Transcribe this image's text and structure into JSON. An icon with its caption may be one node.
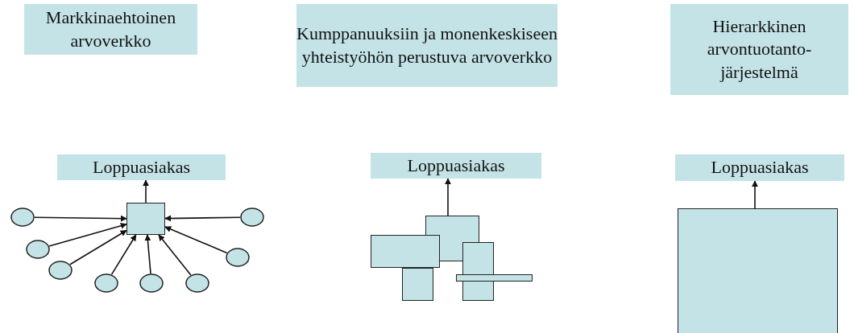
{
  "diagram": {
    "nodes": [
      {
        "text": [
          "Markkinaehtoinen arvoverkko"
        ]
      },
      {
        "text": [
          "Kumppanuuksiin ja monenkeskiseen yhteistyöhön perustuva arvoverkko"
        ]
      },
      {
        "text": [
          "Hierarkkinen arvontuotanto-järjestelmä"
        ]
      },
      {
        "text": [
          "Loppuasiakas"
        ]
      },
      {
        "text": [
          "Loppuasiakas"
        ]
      },
      {
        "text": [
          "Loppuasiakas"
        ]
      },
      {
        "text": [],
        "shape": "box"
      },
      {
        "text": [],
        "shape": "circle"
      },
      {
        "text": [],
        "shape": "circle"
      },
      {
        "text": [],
        "shape": "circle"
      },
      {
        "text": [],
        "shape": "circle"
      },
      {
        "text": [],
        "shape": "circle"
      },
      {
        "text": [],
        "shape": "circle"
      },
      {
        "text": [],
        "shape": "circle"
      },
      {
        "text": [],
        "shape": "circle"
      },
      {
        "text": [],
        "shape": "box"
      },
      {
        "text": [],
        "shape": "box"
      },
      {
        "text": [],
        "shape": "box"
      },
      {
        "text": [],
        "shape": "box"
      },
      {
        "text": [],
        "shape": "box"
      },
      {
        "text": [],
        "shape": "box"
      }
    ],
    "edges": [
      {
        "from": 6,
        "to": 3,
        "arrow": "to"
      },
      {
        "from": 7,
        "to": 6,
        "arrow": "to"
      },
      {
        "from": 8,
        "to": 6,
        "arrow": "to"
      },
      {
        "from": 9,
        "to": 6,
        "arrow": "to"
      },
      {
        "from": 10,
        "to": 6,
        "arrow": "to"
      },
      {
        "from": 11,
        "to": 6,
        "arrow": "to"
      },
      {
        "from": 12,
        "to": 6,
        "arrow": "to"
      },
      {
        "from": 13,
        "to": 6,
        "arrow": "to"
      },
      {
        "from": 14,
        "to": 6,
        "arrow": "to"
      },
      {
        "from": 15,
        "to": 4,
        "arrow": "to"
      },
      {
        "from": 20,
        "to": 5,
        "arrow": "to"
      }
    ]
  }
}
